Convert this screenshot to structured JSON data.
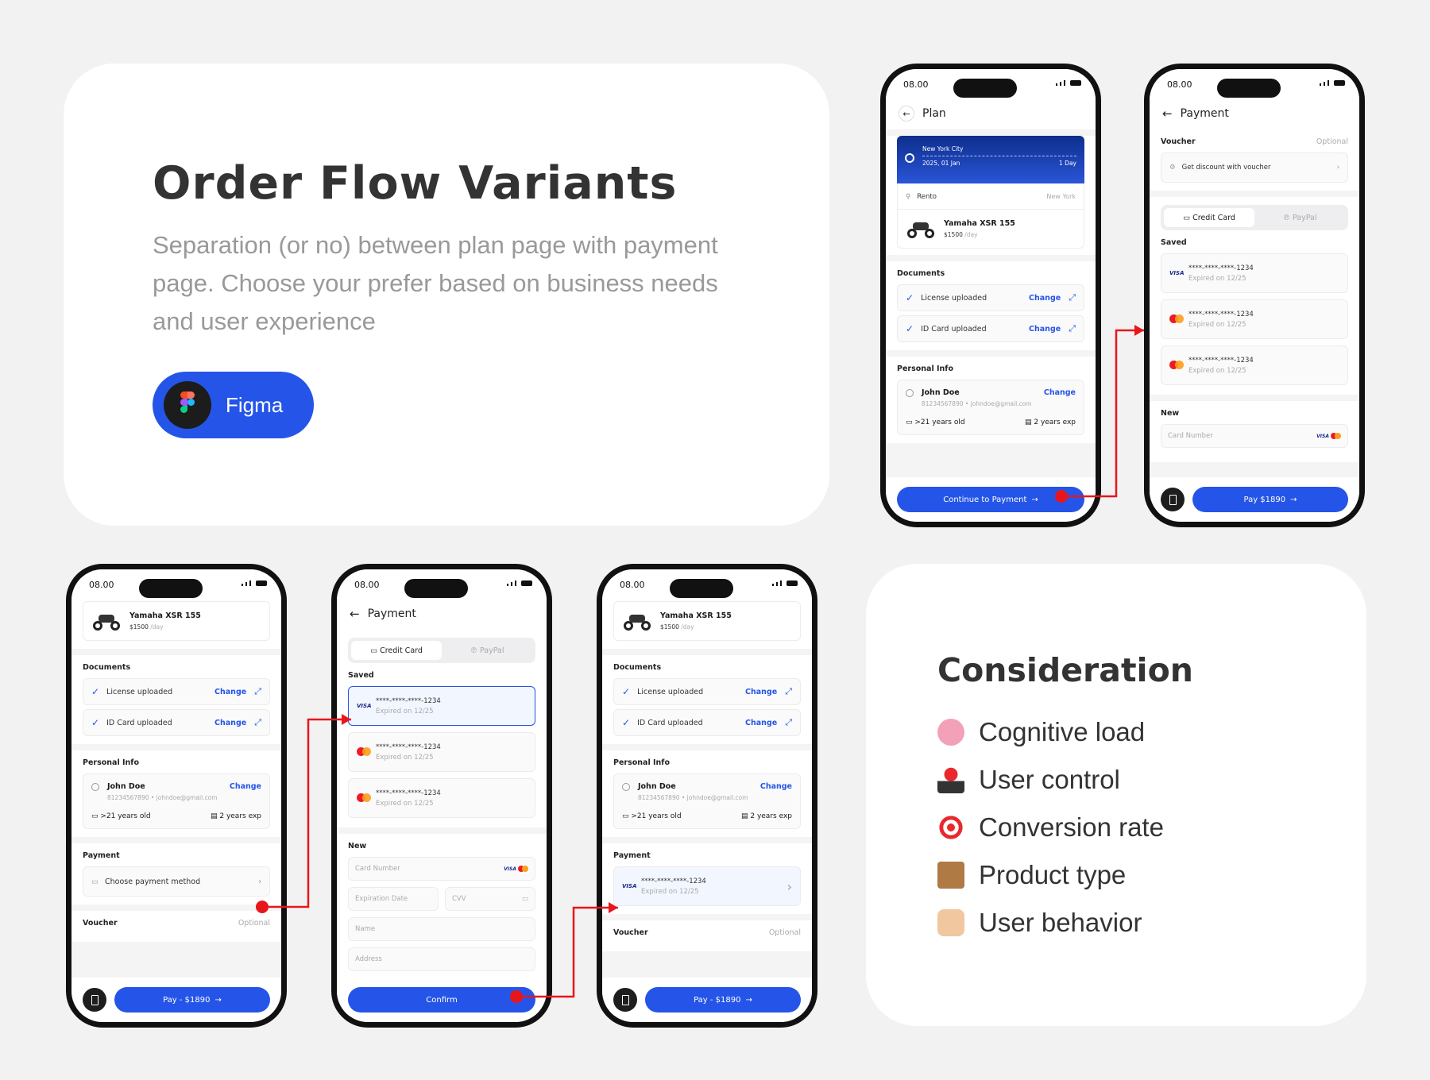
{
  "intro": {
    "title": "Order Flow Variants",
    "subtitle": "Separation (or no) between plan page with payment page. Choose your prefer based on business needs and user experience",
    "figma_label": "Figma"
  },
  "consideration": {
    "title": "Consideration",
    "items": [
      {
        "label": "Cognitive load",
        "icon": "brain-icon"
      },
      {
        "label": "User control",
        "icon": "joystick-icon"
      },
      {
        "label": "Conversion rate",
        "icon": "dart-target-icon"
      },
      {
        "label": "Product type",
        "icon": "package-icon"
      },
      {
        "label": "User behavior",
        "icon": "thumbs-up-icon"
      }
    ]
  },
  "status_time": "08.00",
  "colors": {
    "accent": "#2555e8",
    "flow_arrow": "#e8161b",
    "hero": "#0d2e8c"
  },
  "plan": {
    "header": "Plan",
    "hero_city": "New York City",
    "hero_date": "2025, 01 Jan",
    "hero_duration": "1 Day",
    "vendor": "Rento",
    "vendor_location": "New York",
    "vehicle_name": "Yamaha XSR 155",
    "vehicle_price": "$1500",
    "vehicle_unit": "/day",
    "documents_title": "Documents",
    "doc_license": "License uploaded",
    "doc_id": "ID Card uploaded",
    "change": "Change",
    "personal_title": "Personal Info",
    "person_name": "John Doe",
    "person_contact": "81234567890 • johndoe@gmail.com",
    "person_age": ">21 years old",
    "person_exp": "2 years exp",
    "continue_label": "Continue to Payment"
  },
  "payment": {
    "header": "Payment",
    "voucher_title": "Voucher",
    "voucher_optional": "Optional",
    "voucher_prompt": "Get discount with voucher",
    "tab_card": "Credit Card",
    "tab_paypal": "PayPal",
    "saved_title": "Saved",
    "card_number": "****-****-****-1234",
    "card_expiry": "Expired on 12/25",
    "new_title": "New",
    "card_number_placeholder": "Card Number",
    "visa_label": "VISA",
    "expiration_placeholder": "Expiration Date",
    "cvv_placeholder": "CVV",
    "name_placeholder": "Name",
    "address_placeholder": "Address",
    "pay_label": "Pay $1890",
    "confirm_label": "Confirm"
  },
  "combined": {
    "payment_title": "Payment",
    "choose_payment": "Choose payment method",
    "voucher_title": "Voucher",
    "voucher_optional": "Optional",
    "pay_label": "Pay - $1890"
  }
}
